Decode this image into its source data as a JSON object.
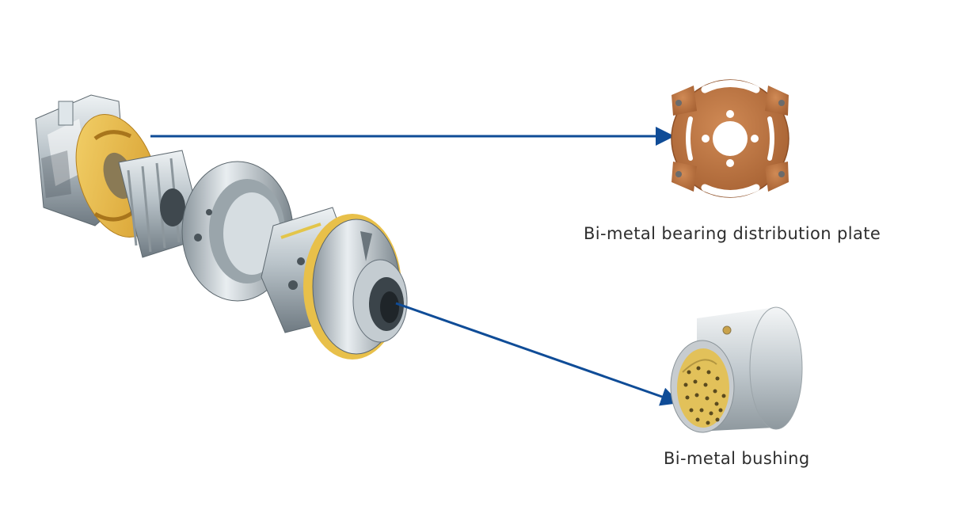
{
  "labels": {
    "distribution_plate": "Bi-metal bearing distribution plate",
    "bushing": "Bi-metal bushing"
  },
  "colors": {
    "arrow": "#0f4c97",
    "bronze_plate": "#b9713f",
    "steel": "#b8c2c8",
    "yellow_bronze": "#e8c04a",
    "label_text": "#2e2e2e"
  },
  "illustrations": {
    "assembly": "exploded-pump-assembly",
    "plate": "bi-metal-distribution-plate",
    "bushing": "bi-metal-bushing"
  }
}
